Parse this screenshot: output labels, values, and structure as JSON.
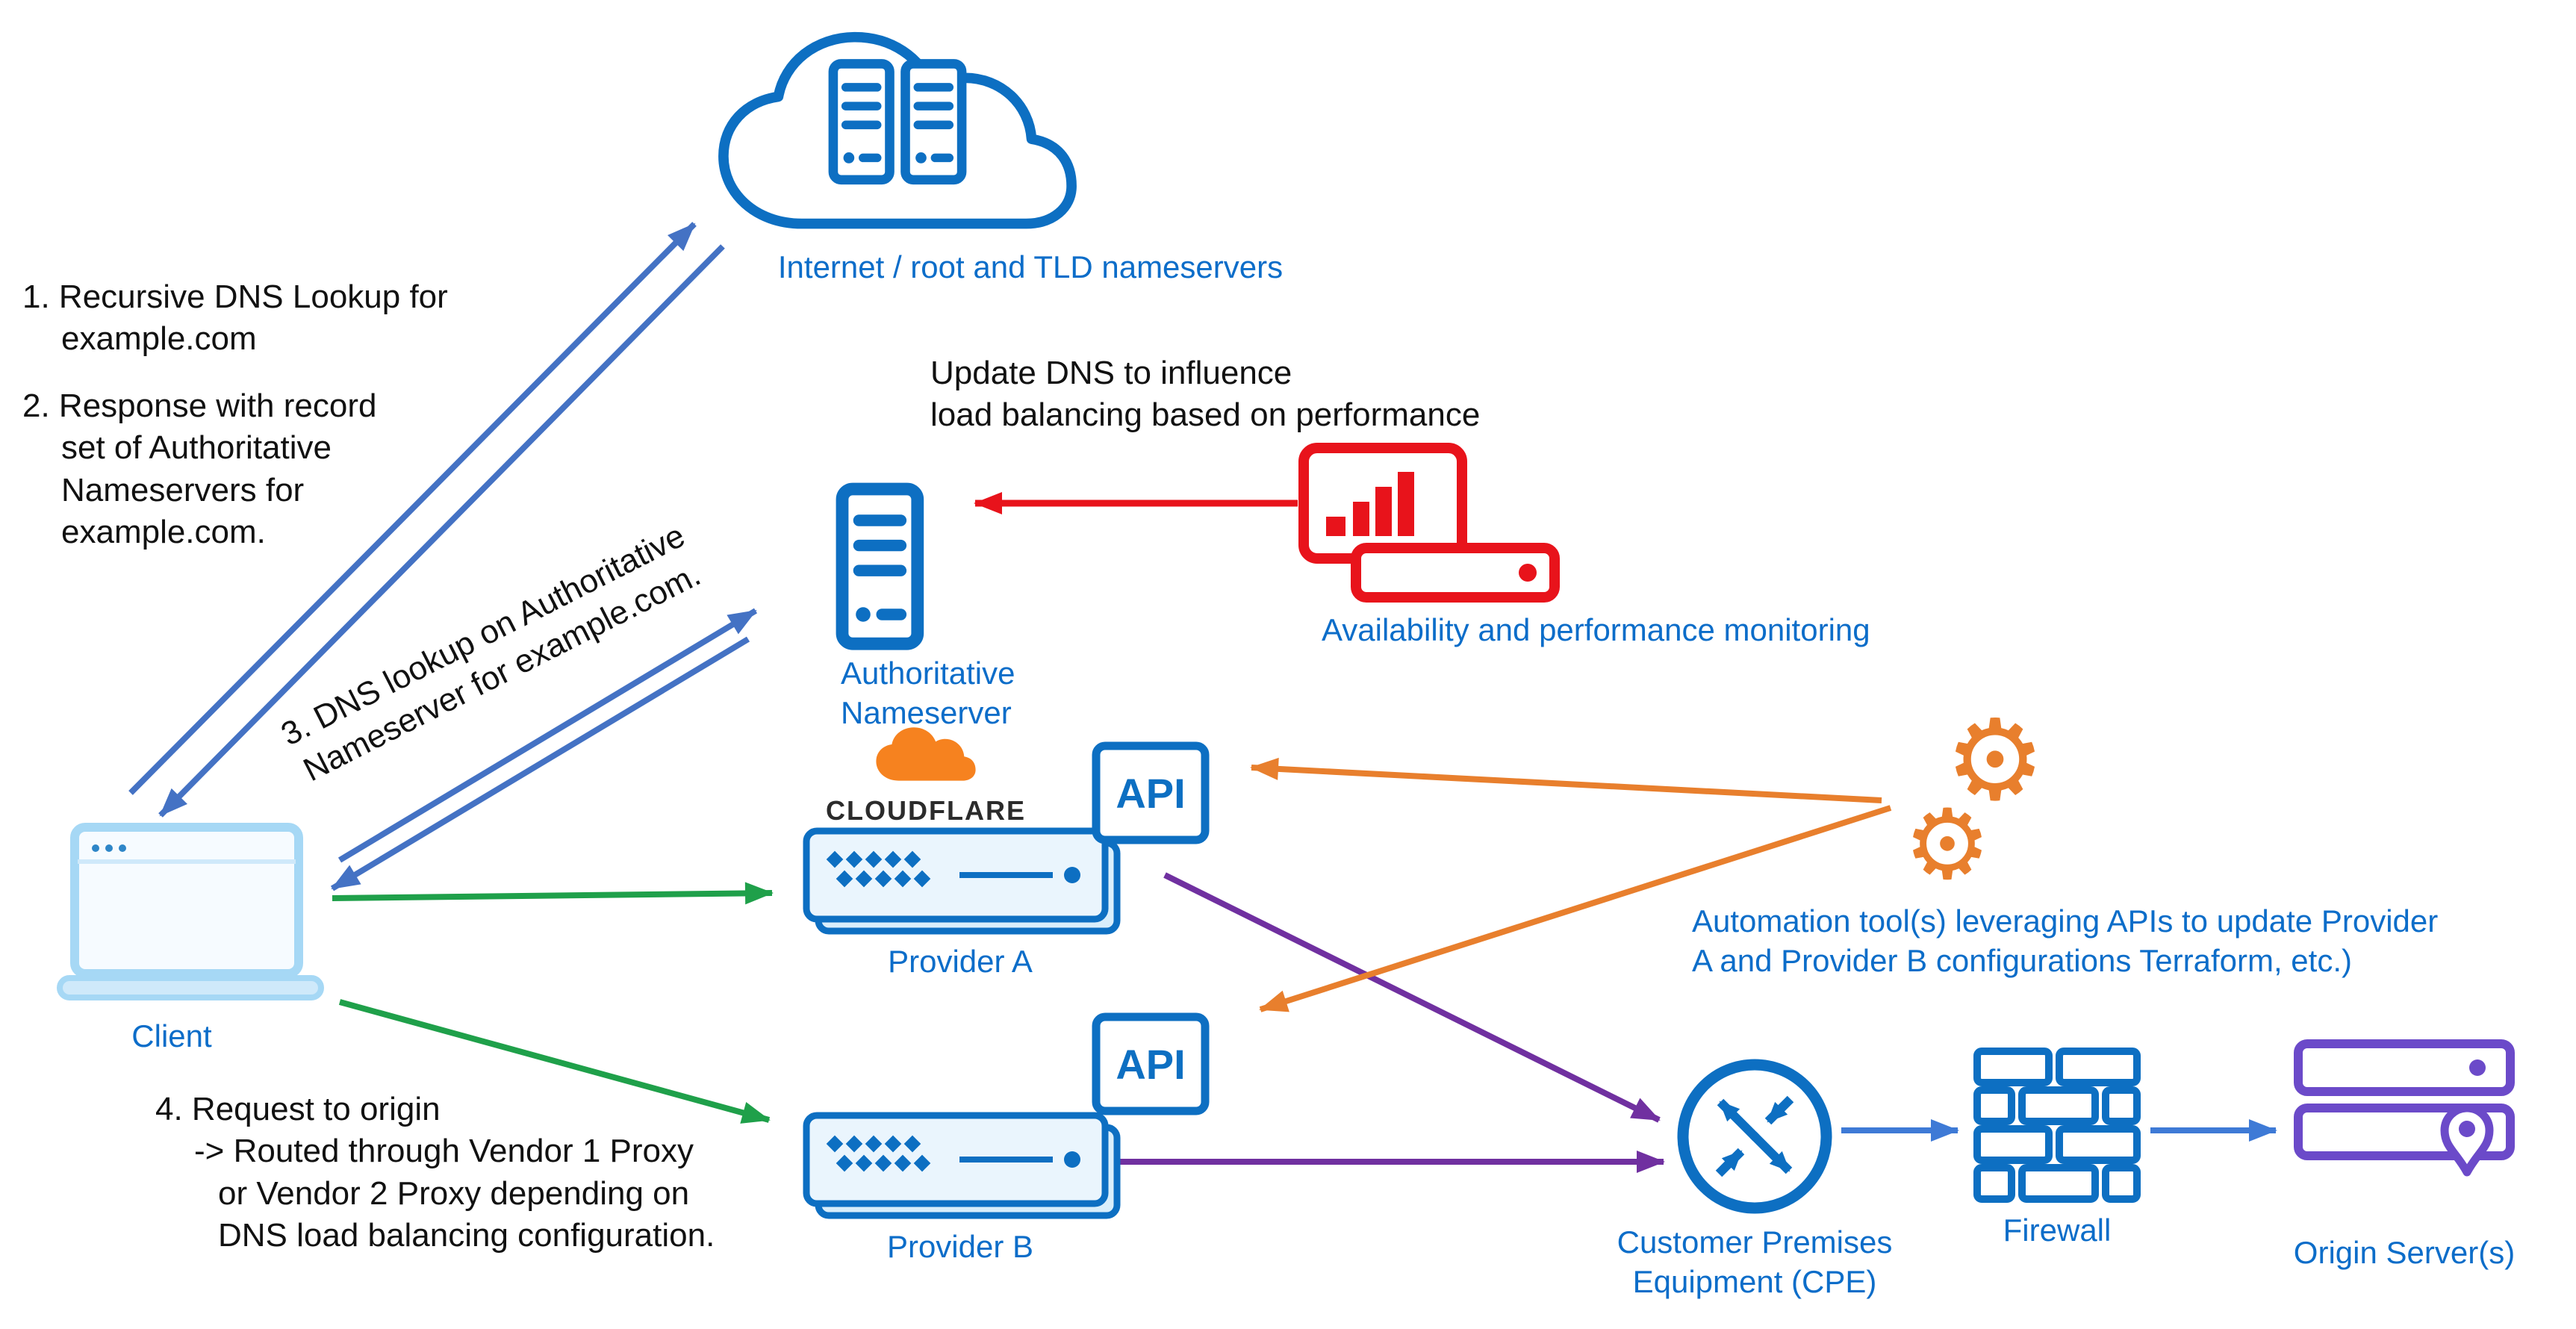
{
  "colors": {
    "icon_blue": "#0d6fc2",
    "text_blue": "#0c6dc9",
    "arrow_slate": "#4472c4",
    "arrow_green": "#1fa04a",
    "arrow_purple": "#7030a0",
    "arrow_orange": "#e87f2d",
    "arrow_red": "#e8131b",
    "arrow_flow_blue": "#3e7ad6",
    "origin_violet": "#6b4ac9",
    "cloudflare_orange": "#f6821f"
  },
  "icons": {
    "gear": "⚙"
  },
  "nodes": {
    "internet": {
      "label": "Internet / root and TLD nameservers"
    },
    "authoritative": {
      "lines": [
        "Authoritative",
        "Nameserver"
      ]
    },
    "monitoring": {
      "label": "Availability and performance monitoring"
    },
    "provider_a": {
      "label": "Provider A",
      "brand": "CLOUDFLARE",
      "api": "API"
    },
    "provider_b": {
      "label": "Provider B",
      "api": "API"
    },
    "client": {
      "label": "Client"
    },
    "automation": {
      "lines": [
        "Automation tool(s)  leveraging APIs to update Provider",
        "A and Provider B configurations Terraform, etc.)"
      ]
    },
    "cpe": {
      "lines": [
        "Customer Premises",
        "Equipment (CPE)"
      ]
    },
    "firewall": {
      "label": "Firewall"
    },
    "origin": {
      "label": "Origin Server(s)"
    }
  },
  "annotations": {
    "step1": {
      "lines": [
        "1. Recursive DNS Lookup for",
        "example.com"
      ]
    },
    "step2": {
      "lines": [
        "2. Response with record",
        "set of Authoritative",
        "Nameservers for",
        "example.com."
      ]
    },
    "step3": {
      "lines": [
        "3. DNS lookup on Authoritative",
        "Nameserver for example.com."
      ]
    },
    "step4": {
      "lines": [
        "4. Request to origin",
        "-> Routed through Vendor 1 Proxy",
        "or Vendor 2 Proxy depending on",
        "DNS load balancing configuration."
      ]
    },
    "update_dns": {
      "lines": [
        "Update DNS to influence",
        "load balancing based on performance"
      ]
    }
  }
}
